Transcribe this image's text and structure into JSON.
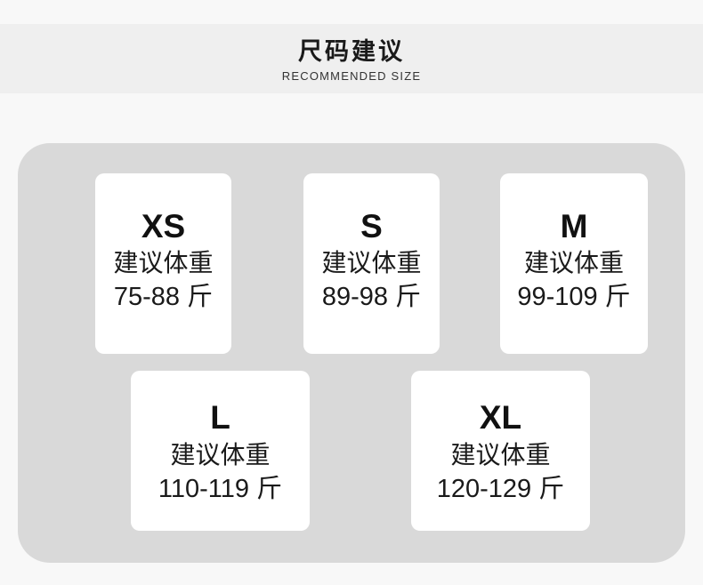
{
  "header": {
    "title_cn": "尺码建议",
    "title_en": "RECOMMENDED SIZE"
  },
  "sizes": [
    {
      "size": "XS",
      "label": "建议体重",
      "range": "75-88 斤"
    },
    {
      "size": "S",
      "label": "建议体重",
      "range": "89-98 斤"
    },
    {
      "size": "M",
      "label": "建议体重",
      "range": "99-109 斤"
    },
    {
      "size": "L",
      "label": "建议体重",
      "range": "110-119 斤"
    },
    {
      "size": "XL",
      "label": "建议体重",
      "range": "120-129 斤"
    }
  ],
  "colors": {
    "page_background": "#f8f8f8",
    "header_band": "#efefef",
    "panel": "#d9d9d9",
    "card": "#ffffff",
    "text": "#141414"
  }
}
